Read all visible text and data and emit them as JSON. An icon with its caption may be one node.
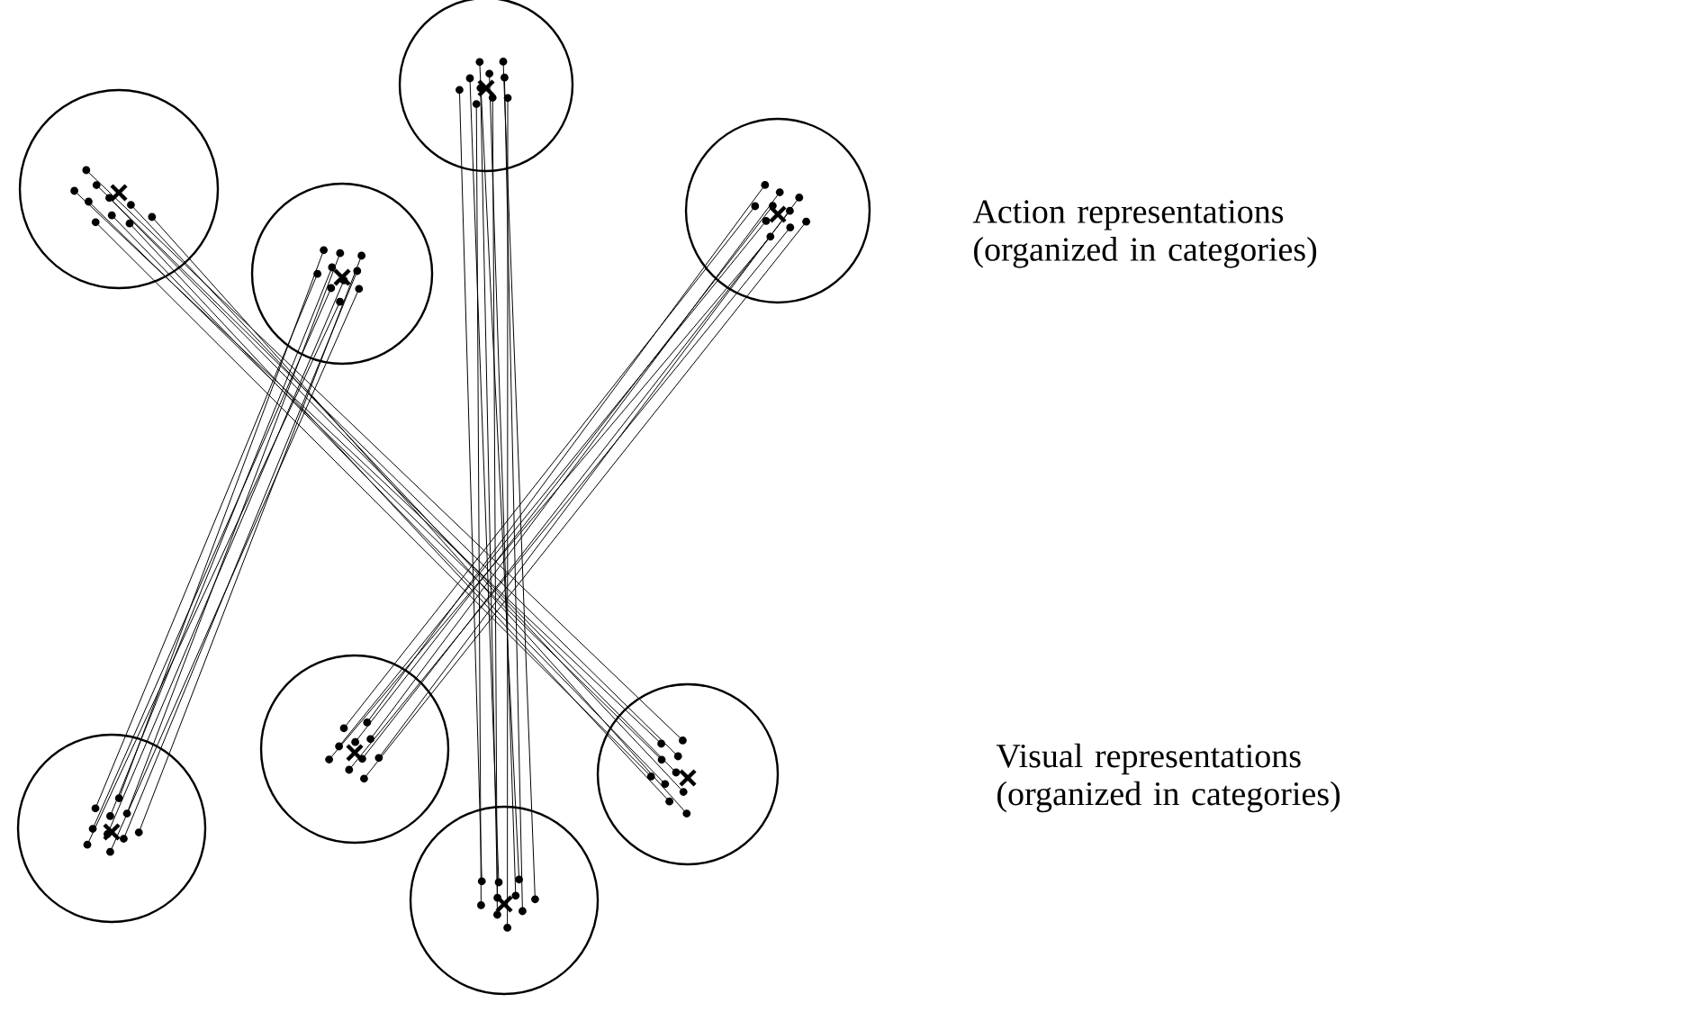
{
  "diagram": {
    "nodes": [
      {
        "text": [],
        "shape": "circle"
      },
      {
        "text": [],
        "shape": "circle"
      },
      {
        "text": [],
        "shape": "circle"
      },
      {
        "text": [],
        "shape": "circle"
      },
      {
        "text": [],
        "shape": "circle"
      },
      {
        "text": [],
        "shape": "circle"
      },
      {
        "text": [],
        "shape": "circle"
      },
      {
        "text": [],
        "shape": "circle"
      }
    ],
    "edges": [
      {
        "from": 0,
        "to": 7,
        "arrow": "none"
      },
      {
        "from": 0,
        "to": 7,
        "arrow": "none"
      },
      {
        "from": 0,
        "to": 7,
        "arrow": "none"
      },
      {
        "from": 0,
        "to": 7,
        "arrow": "none"
      },
      {
        "from": 0,
        "to": 7,
        "arrow": "none"
      },
      {
        "from": 0,
        "to": 7,
        "arrow": "none"
      },
      {
        "from": 0,
        "to": 7,
        "arrow": "none"
      },
      {
        "from": 0,
        "to": 7,
        "arrow": "none"
      },
      {
        "from": 0,
        "to": 7,
        "arrow": "none"
      },
      {
        "from": 0,
        "to": 7,
        "arrow": "none"
      },
      {
        "from": 1,
        "to": 4,
        "arrow": "none"
      },
      {
        "from": 1,
        "to": 4,
        "arrow": "none"
      },
      {
        "from": 1,
        "to": 4,
        "arrow": "none"
      },
      {
        "from": 1,
        "to": 4,
        "arrow": "none"
      },
      {
        "from": 1,
        "to": 4,
        "arrow": "none"
      },
      {
        "from": 1,
        "to": 4,
        "arrow": "none"
      },
      {
        "from": 1,
        "to": 4,
        "arrow": "none"
      },
      {
        "from": 1,
        "to": 4,
        "arrow": "none"
      },
      {
        "from": 1,
        "to": 4,
        "arrow": "none"
      },
      {
        "from": 1,
        "to": 4,
        "arrow": "none"
      },
      {
        "from": 2,
        "to": 6,
        "arrow": "none"
      },
      {
        "from": 2,
        "to": 6,
        "arrow": "none"
      },
      {
        "from": 2,
        "to": 6,
        "arrow": "none"
      },
      {
        "from": 2,
        "to": 6,
        "arrow": "none"
      },
      {
        "from": 2,
        "to": 6,
        "arrow": "none"
      },
      {
        "from": 2,
        "to": 6,
        "arrow": "none"
      },
      {
        "from": 2,
        "to": 6,
        "arrow": "none"
      },
      {
        "from": 2,
        "to": 6,
        "arrow": "none"
      },
      {
        "from": 2,
        "to": 6,
        "arrow": "none"
      },
      {
        "from": 2,
        "to": 6,
        "arrow": "none"
      },
      {
        "from": 3,
        "to": 5,
        "arrow": "none"
      },
      {
        "from": 3,
        "to": 5,
        "arrow": "none"
      },
      {
        "from": 3,
        "to": 5,
        "arrow": "none"
      },
      {
        "from": 3,
        "to": 5,
        "arrow": "none"
      },
      {
        "from": 3,
        "to": 5,
        "arrow": "none"
      },
      {
        "from": 3,
        "to": 5,
        "arrow": "none"
      },
      {
        "from": 3,
        "to": 5,
        "arrow": "none"
      },
      {
        "from": 3,
        "to": 5,
        "arrow": "none"
      },
      {
        "from": 3,
        "to": 5,
        "arrow": "none"
      },
      {
        "from": 3,
        "to": 5,
        "arrow": "none"
      }
    ],
    "labels": [
      "Action representations (organized in categories)",
      "Visual representations (organized in categories)"
    ]
  }
}
